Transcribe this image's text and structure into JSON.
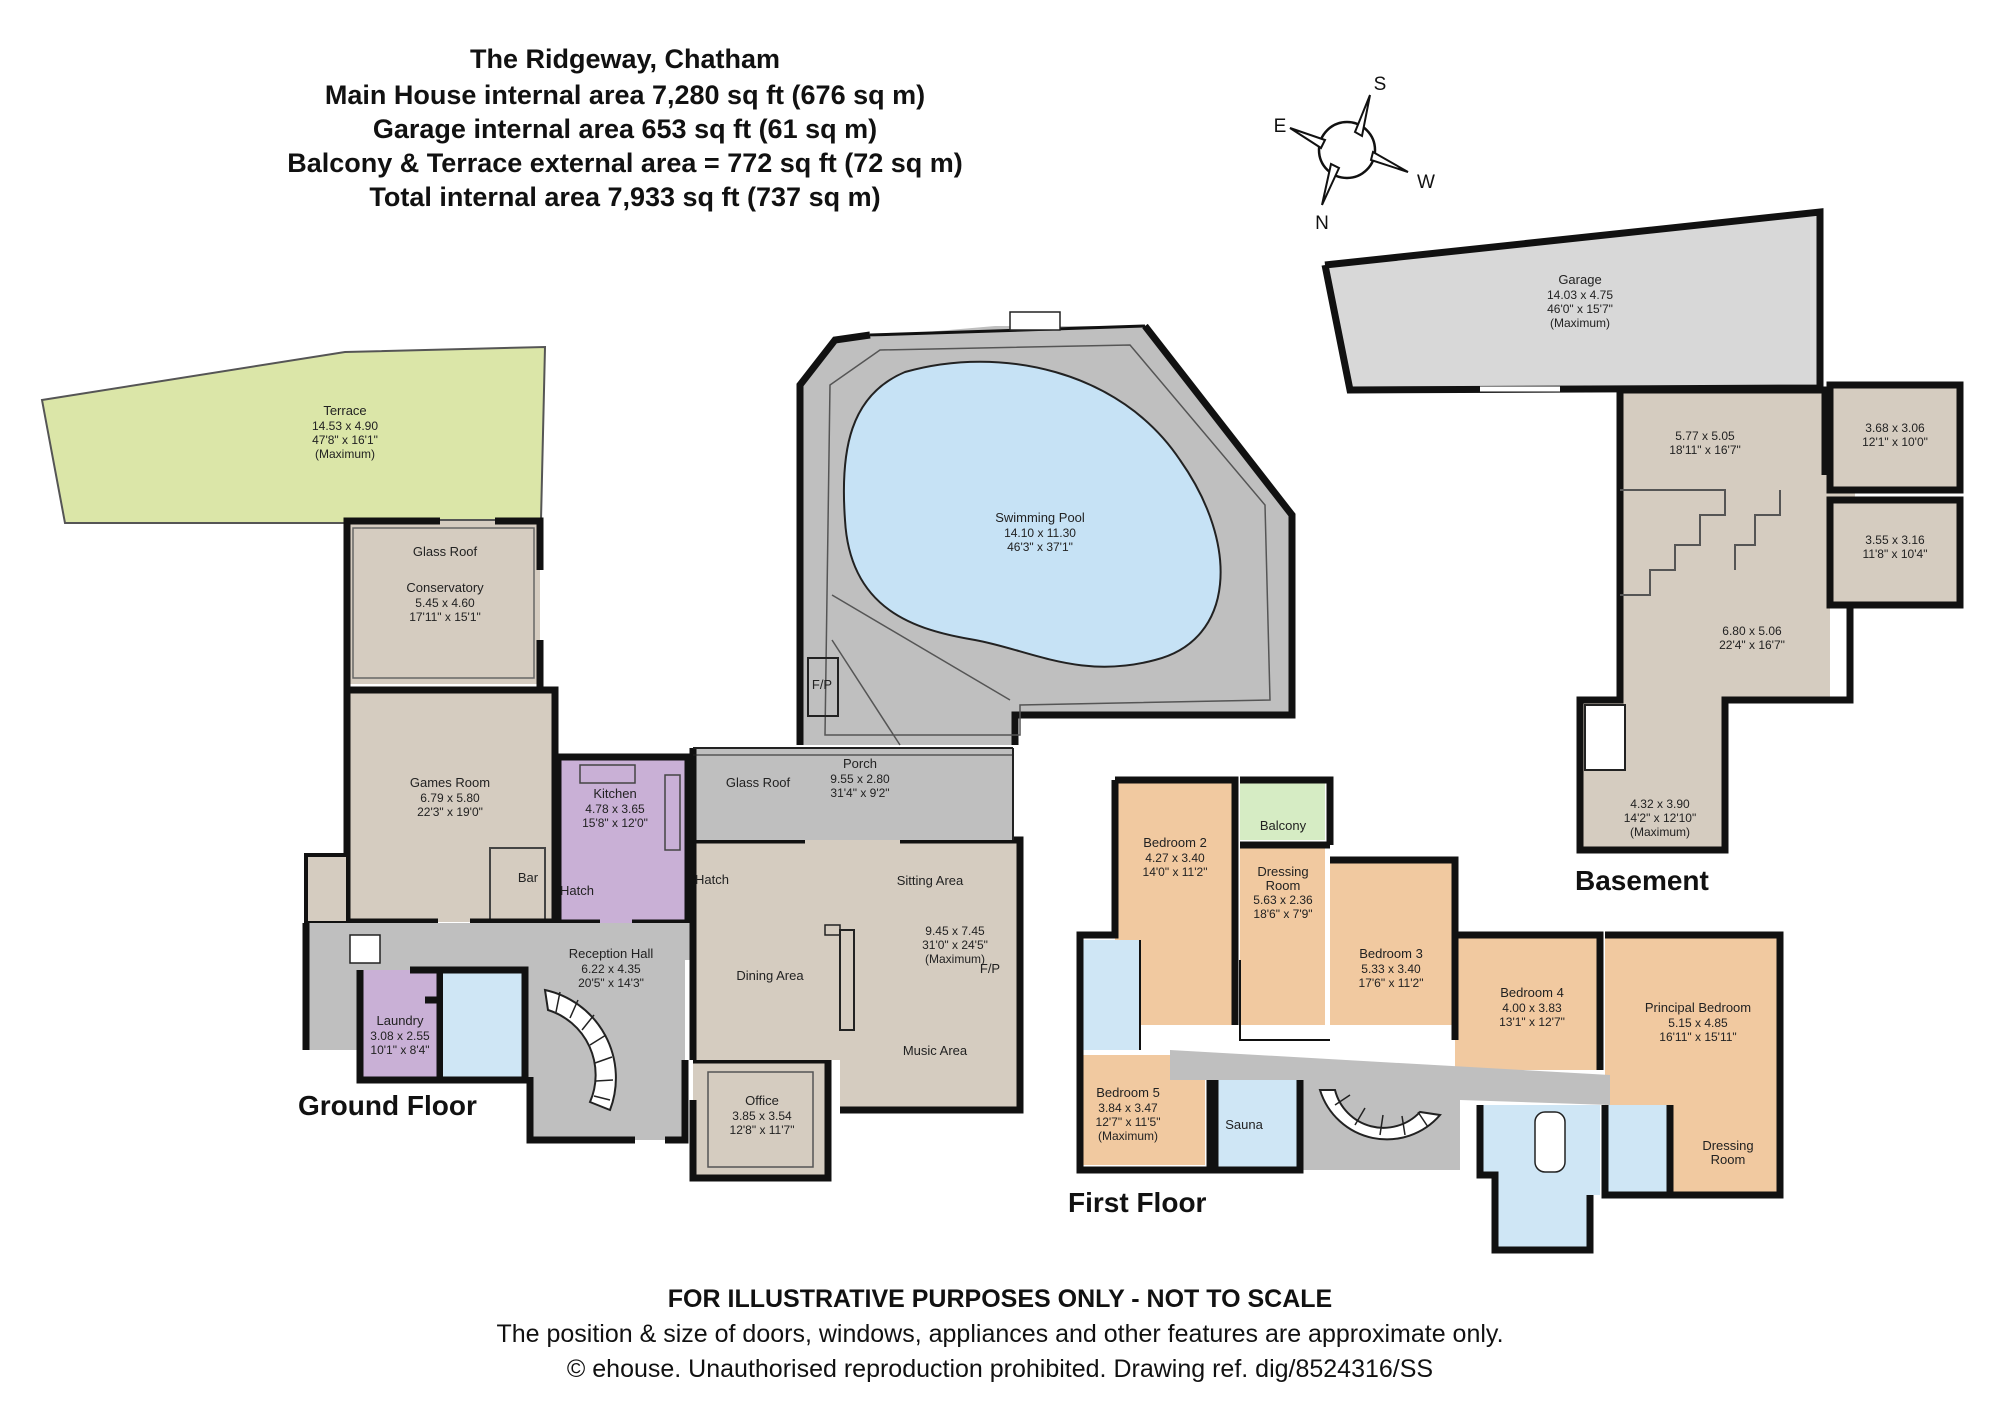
{
  "header": {
    "title": "The Ridgeway, Chatham",
    "line1": "Main House internal area 7,280 sq ft (676 sq m)",
    "line2": "Garage internal area 653 sq ft (61 sq m)",
    "line3": "Balcony & Terrace external area = 772 sq ft (72 sq m)",
    "line4": "Total internal area 7,933 sq ft (737 sq m)"
  },
  "compass": {
    "s": "S",
    "e": "E",
    "w": "W",
    "n": "N"
  },
  "floors": {
    "ground": "Ground Floor",
    "first": "First Floor",
    "basement": "Basement"
  },
  "rooms": {
    "terrace": {
      "name": "Terrace",
      "dim_m": "14.53 x 4.90",
      "dim_ft": "47'8\" x 16'1\"",
      "note": "(Maximum)"
    },
    "glass_roof_cons": {
      "name": "Glass Roof"
    },
    "conservatory": {
      "name": "Conservatory",
      "dim_m": "5.45 x 4.60",
      "dim_ft": "17'11\" x 15'1\""
    },
    "games_room": {
      "name": "Games Room",
      "dim_m": "6.79 x 5.80",
      "dim_ft": "22'3\" x 19'0\""
    },
    "bar": {
      "name": "Bar"
    },
    "hatch1": {
      "name": "Hatch"
    },
    "hatch2": {
      "name": "Hatch"
    },
    "kitchen": {
      "name": "Kitchen",
      "dim_m": "4.78 x 3.65",
      "dim_ft": "15'8\" x 12'0\""
    },
    "swimming_pool": {
      "name": "Swimming Pool",
      "dim_m": "14.10 x 11.30",
      "dim_ft": "46'3\" x 37'1\""
    },
    "fp1": {
      "name": "F/P"
    },
    "fp2": {
      "name": "F/P"
    },
    "glass_roof_porch": {
      "name": "Glass Roof"
    },
    "porch": {
      "name": "Porch",
      "dim_m": "9.55 x 2.80",
      "dim_ft": "31'4\" x 9'2\""
    },
    "sitting_area": {
      "name": "Sitting Area"
    },
    "main_living": {
      "dim_m": "9.45 x 7.45",
      "dim_ft": "31'0\" x 24'5\"",
      "note": "(Maximum)"
    },
    "dining_area": {
      "name": "Dining Area"
    },
    "music_area": {
      "name": "Music Area"
    },
    "reception_hall": {
      "name": "Reception Hall",
      "dim_m": "6.22 x 4.35",
      "dim_ft": "20'5\" x 14'3\""
    },
    "laundry": {
      "name": "Laundry",
      "dim_m": "3.08 x 2.55",
      "dim_ft": "10'1\" x 8'4\""
    },
    "office": {
      "name": "Office",
      "dim_m": "3.85 x 3.54",
      "dim_ft": "12'8\" x 11'7\""
    },
    "garage": {
      "name": "Garage",
      "dim_m": "14.03 x 4.75",
      "dim_ft": "46'0\" x 15'7\"",
      "note": "(Maximum)"
    },
    "base_a": {
      "dim_m": "5.77 x 5.05",
      "dim_ft": "18'11\" x 16'7\""
    },
    "base_b": {
      "dim_m": "3.68 x 3.06",
      "dim_ft": "12'1\" x 10'0\""
    },
    "base_c": {
      "dim_m": "3.55 x 3.16",
      "dim_ft": "11'8\" x 10'4\""
    },
    "base_d": {
      "dim_m": "6.80 x 5.06",
      "dim_ft": "22'4\" x 16'7\""
    },
    "base_e": {
      "dim_m": "4.32 x 3.90",
      "dim_ft": "14'2\" x 12'10\"",
      "note": "(Maximum)"
    },
    "bedroom2": {
      "name": "Bedroom 2",
      "dim_m": "4.27 x 3.40",
      "dim_ft": "14'0\" x 11'2\""
    },
    "balcony": {
      "name": "Balcony"
    },
    "dressing1": {
      "name": "Dressing",
      "name2": "Room",
      "dim_m": "5.63 x 2.36",
      "dim_ft": "18'6\" x 7'9\""
    },
    "bedroom3": {
      "name": "Bedroom 3",
      "dim_m": "5.33 x 3.40",
      "dim_ft": "17'6\" x 11'2\""
    },
    "bedroom4": {
      "name": "Bedroom 4",
      "dim_m": "4.00 x 3.83",
      "dim_ft": "13'1\" x 12'7\""
    },
    "principal": {
      "name": "Principal Bedroom",
      "dim_m": "5.15 x 4.85",
      "dim_ft": "16'11\" x 15'11\""
    },
    "bedroom5": {
      "name": "Bedroom 5",
      "dim_m": "3.84 x 3.47",
      "dim_ft": "12'7\" x 11'5\"",
      "note": "(Maximum)"
    },
    "sauna": {
      "name": "Sauna"
    },
    "dressing2": {
      "name": "Dressing",
      "name2": "Room"
    }
  },
  "footer": {
    "line1": "FOR ILLUSTRATIVE PURPOSES ONLY - NOT TO SCALE",
    "line2": "The position & size of doors, windows, appliances and other features are approximate only.",
    "line3": "© ehouse. Unauthorised reproduction prohibited. Drawing ref. dig/8524316/SS"
  },
  "colors": {
    "terrace": "#dbe6a8",
    "beige": "#d5ccc0",
    "kitchen": "#c9b0d6",
    "pool_water": "#c6e2f5",
    "grey": "#bfbfbf",
    "bedroom": "#f1c9a0",
    "bath": "#cfe6f5",
    "balcony": "#d6ecc4",
    "wall": "#111111"
  }
}
